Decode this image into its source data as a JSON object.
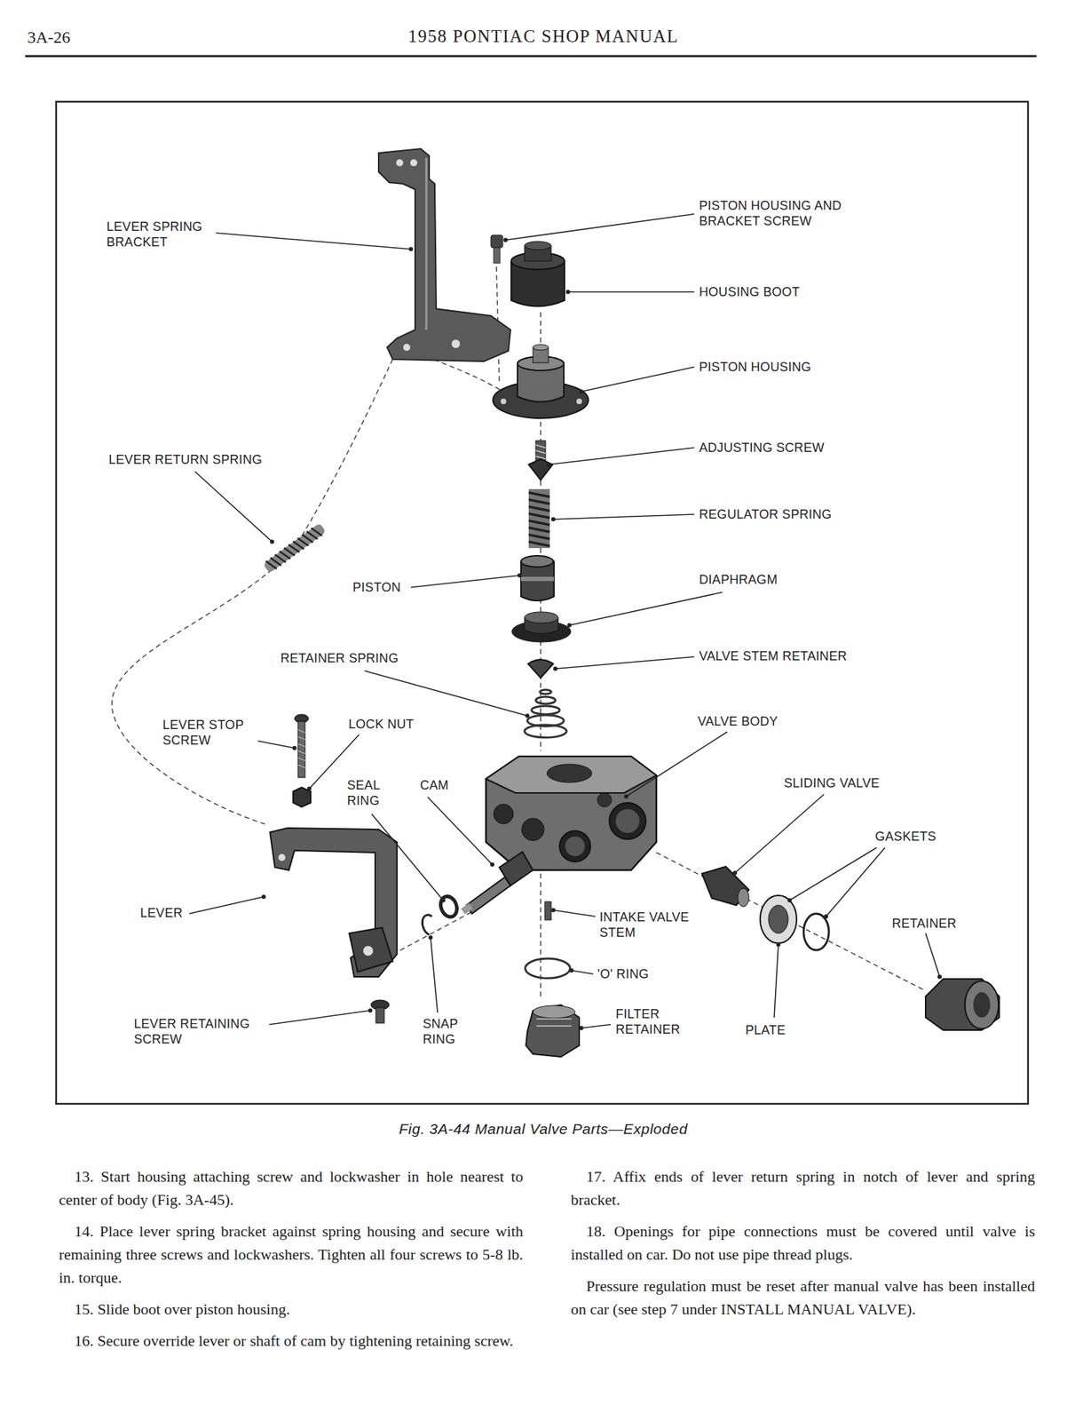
{
  "diagram": {
    "title": "1958 PONTIAC SHOP MANUAL",
    "caption": "Fig. 3A-44 Manual Valve Parts—Exploded",
    "labels": [
      "3A-26",
      "LEVER SPRING BRACKET",
      "PISTON HOUSING AND BRACKET SCREW",
      "HOUSING BOOT",
      "PISTON HOUSING",
      "ADJUSTING SCREW",
      "REGULATOR SPRING",
      "LEVER RETURN SPRING",
      "DIAPHRAGM",
      "PISTON",
      "RETAINER SPRING",
      "VALVE STEM RETAINER",
      "LEVER STOP SCREW",
      "LOCK NUT",
      "VALVE BODY",
      "SEAL RING",
      "CAM",
      "SLIDING VALVE",
      "GASKETS",
      "LEVER",
      "INTAKE VALVE STEM",
      "RETAINER",
      "'O' RING",
      "LEVER RETAINING SCREW",
      "SNAP RING",
      "FILTER RETAINER",
      "PLATE",
      "13. Start housing attaching screw and lockwasher in hole nearest to center of body (Fig. 3A-45).",
      "14. Place lever spring bracket against spring housing and secure with remaining three screws and lockwashers. Tighten all four screws to 5-8 lb. in. torque.",
      "15. Slide boot over piston housing.",
      "16. Secure override lever or shaft of cam by tightening retaining screw.",
      "17. Affix ends of lever return spring in notch of lever and spring bracket.",
      "18. Openings for pipe connections must be covered until valve is installed on car. Do not use pipe thread plugs.",
      "Pressure regulation must be reset after manual valve has been installed on car (see step 7 under INSTALL MANUAL VALVE)."
    ]
  }
}
